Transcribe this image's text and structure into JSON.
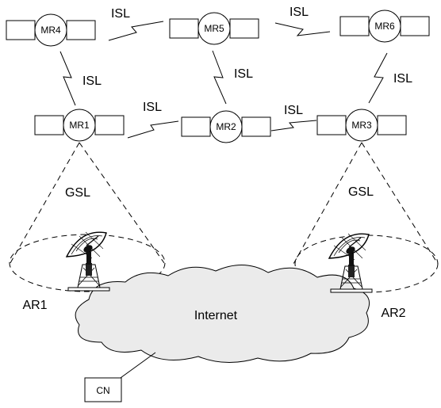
{
  "satellites": {
    "mr1": "MR1",
    "mr2": "MR2",
    "mr3": "MR3",
    "mr4": "MR4",
    "mr5": "MR5",
    "mr6": "MR6"
  },
  "links": {
    "isl_mr4_mr5": "ISL",
    "isl_mr5_mr6": "ISL",
    "isl_mr4_mr1": "ISL",
    "isl_mr5_mr2": "ISL",
    "isl_mr6_mr3": "ISL",
    "isl_mr1_mr2": "ISL",
    "isl_mr2_mr3": "ISL",
    "gsl_left": "GSL",
    "gsl_right": "GSL"
  },
  "ground": {
    "ar1": "AR1",
    "ar2": "AR2",
    "internet": "Internet",
    "cn": "CN"
  }
}
